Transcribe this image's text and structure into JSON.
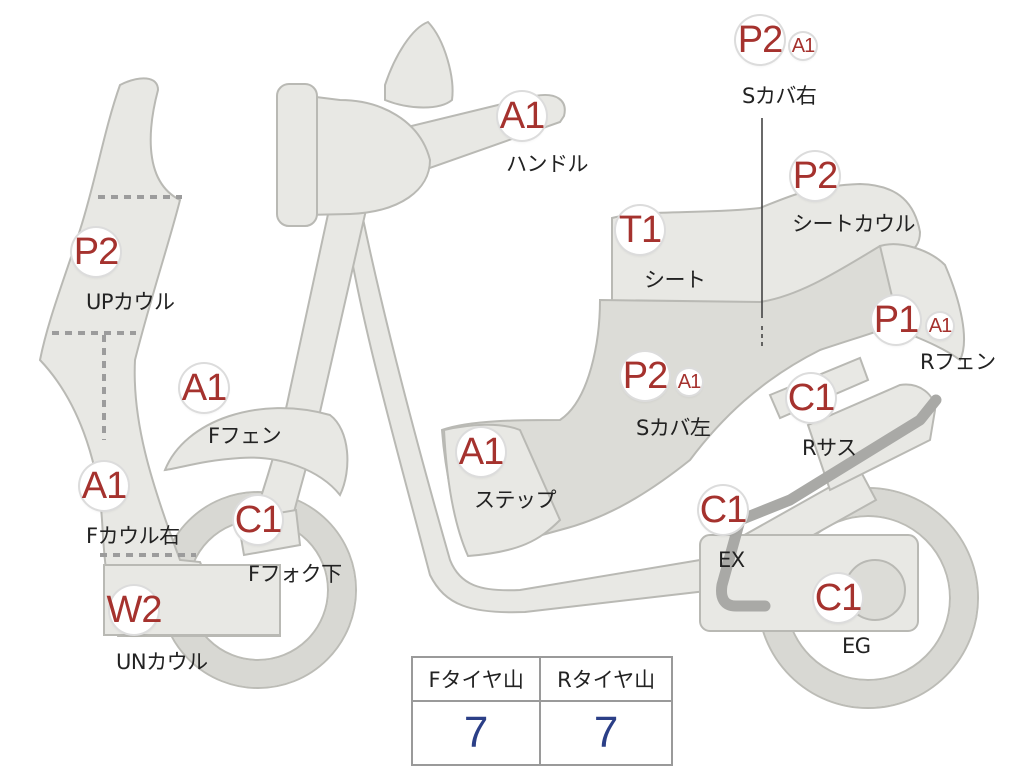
{
  "parts": [
    {
      "key": "s_cover_right",
      "codes": [
        "P2",
        "A1"
      ],
      "label": "Sカバ右"
    },
    {
      "key": "handle",
      "codes": [
        "A1"
      ],
      "label": "ハンドル"
    },
    {
      "key": "seat_cowl",
      "codes": [
        "P2"
      ],
      "label": "シートカウル"
    },
    {
      "key": "seat",
      "codes": [
        "T1"
      ],
      "label": "シート"
    },
    {
      "key": "up_cowl",
      "codes": [
        "P2"
      ],
      "label": "UPカウル"
    },
    {
      "key": "r_fender",
      "codes": [
        "P1",
        "A1"
      ],
      "label": "Rフェン"
    },
    {
      "key": "f_fender",
      "codes": [
        "A1"
      ],
      "label": "Fフェン"
    },
    {
      "key": "s_cover_left",
      "codes": [
        "P2",
        "A1"
      ],
      "label": "Sカバ左"
    },
    {
      "key": "r_suspension",
      "codes": [
        "C1"
      ],
      "label": "Rサス"
    },
    {
      "key": "step",
      "codes": [
        "A1"
      ],
      "label": "ステップ"
    },
    {
      "key": "f_cowl_right",
      "codes": [
        "A1"
      ],
      "label": "Fカウル右"
    },
    {
      "key": "f_fork_lower",
      "codes": [
        "C1"
      ],
      "label": "Fフォク下"
    },
    {
      "key": "exhaust",
      "codes": [
        "C1"
      ],
      "label": "EX"
    },
    {
      "key": "engine",
      "codes": [
        "C1"
      ],
      "label": "EG"
    },
    {
      "key": "under_cowl",
      "codes": [
        "W2"
      ],
      "label": "UNカウル"
    }
  ],
  "tire_table": {
    "front_header": "Fタイヤ山",
    "rear_header": "Rタイヤ山",
    "front_value": "7",
    "rear_value": "7"
  },
  "colors": {
    "code_text": "#a5322e",
    "tire_value_text": "#2b3f87",
    "part_fill": "#e8e8e4"
  }
}
